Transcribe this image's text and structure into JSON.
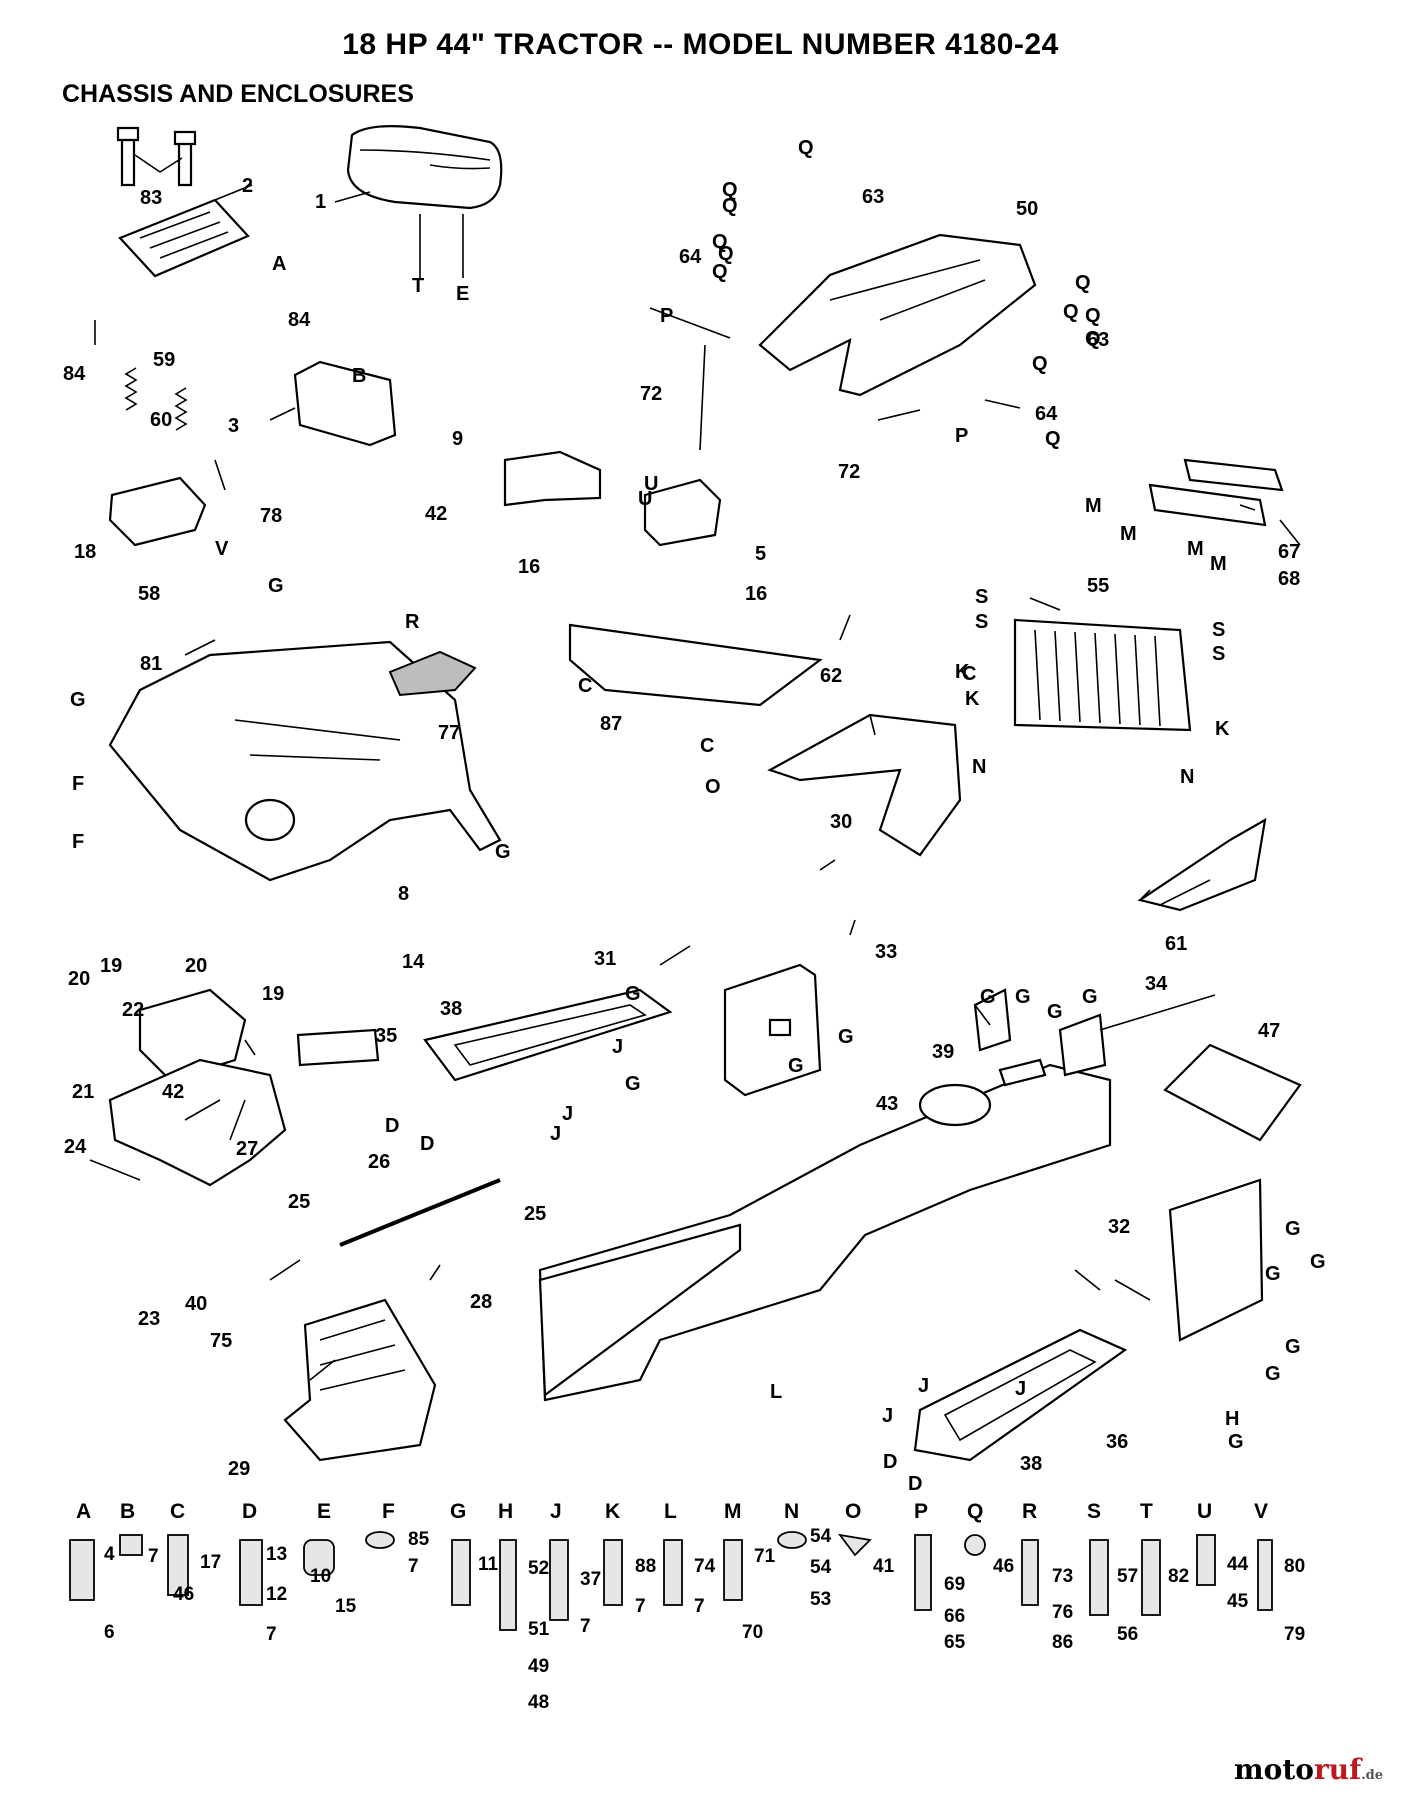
{
  "header": {
    "title": "18 HP 44\" TRACTOR -- MODEL NUMBER 4180-24",
    "subtitle": "CHASSIS AND ENCLOSURES"
  },
  "callouts": [
    "1",
    "2",
    "3",
    "5",
    "8",
    "9",
    "14",
    "16",
    "16",
    "18",
    "19",
    "19",
    "20",
    "20",
    "21",
    "22",
    "23",
    "24",
    "25",
    "25",
    "26",
    "27",
    "28",
    "29",
    "30",
    "31",
    "32",
    "33",
    "34",
    "35",
    "36",
    "38",
    "38",
    "39",
    "40",
    "42",
    "42",
    "43",
    "47",
    "50",
    "55",
    "58",
    "59",
    "60",
    "61",
    "62",
    "63",
    "63",
    "64",
    "64",
    "67",
    "68",
    "72",
    "72",
    "75",
    "77",
    "78",
    "81",
    "83",
    "84",
    "84",
    "87"
  ],
  "reference_letters": [
    "A",
    "B",
    "C",
    "C",
    "C",
    "D",
    "D",
    "D",
    "D",
    "E",
    "F",
    "F",
    "G",
    "G",
    "G",
    "G",
    "G",
    "G",
    "G",
    "G",
    "G",
    "G",
    "G",
    "G",
    "G",
    "G",
    "G",
    "G",
    "G",
    "H",
    "J",
    "J",
    "J",
    "J",
    "J",
    "J",
    "K",
    "K",
    "K",
    "L",
    "M",
    "M",
    "M",
    "M",
    "N",
    "N",
    "O",
    "P",
    "P",
    "Q",
    "Q",
    "Q",
    "Q",
    "Q",
    "Q",
    "Q",
    "Q",
    "Q",
    "Q",
    "Q",
    "Q",
    "R",
    "S",
    "S",
    "S",
    "S",
    "T",
    "U",
    "U",
    "V"
  ],
  "hardware_key": [
    {
      "letter": "A",
      "numbers": [
        "4",
        "6"
      ]
    },
    {
      "letter": "B",
      "numbers": [
        "7"
      ]
    },
    {
      "letter": "C",
      "numbers": [
        "17",
        "46"
      ]
    },
    {
      "letter": "D",
      "numbers": [
        "13",
        "12",
        "7"
      ]
    },
    {
      "letter": "E",
      "numbers": [
        "10",
        "15"
      ]
    },
    {
      "letter": "F",
      "numbers": [
        "85",
        "7"
      ]
    },
    {
      "letter": "G",
      "numbers": [
        "11"
      ]
    },
    {
      "letter": "H",
      "numbers": [
        "52",
        "51",
        "49",
        "48"
      ]
    },
    {
      "letter": "J",
      "numbers": [
        "37",
        "7"
      ]
    },
    {
      "letter": "K",
      "numbers": [
        "88",
        "7"
      ]
    },
    {
      "letter": "L",
      "numbers": [
        "74",
        "7"
      ]
    },
    {
      "letter": "M",
      "numbers": [
        "71",
        "70"
      ]
    },
    {
      "letter": "N",
      "numbers": [
        "54",
        "54",
        "53"
      ]
    },
    {
      "letter": "O",
      "numbers": [
        "41"
      ]
    },
    {
      "letter": "P",
      "numbers": [
        "69",
        "66",
        "65"
      ]
    },
    {
      "letter": "Q",
      "numbers": [
        "46"
      ]
    },
    {
      "letter": "R",
      "numbers": [
        "73",
        "76",
        "86"
      ]
    },
    {
      "letter": "S",
      "numbers": [
        "57",
        "56"
      ]
    },
    {
      "letter": "T",
      "numbers": [
        "82"
      ]
    },
    {
      "letter": "U",
      "numbers": [
        "44",
        "45"
      ]
    },
    {
      "letter": "V",
      "numbers": [
        "80",
        "79"
      ]
    }
  ],
  "watermark": {
    "part1": "moto",
    "part2": "ruf",
    "suffix": ".de"
  }
}
